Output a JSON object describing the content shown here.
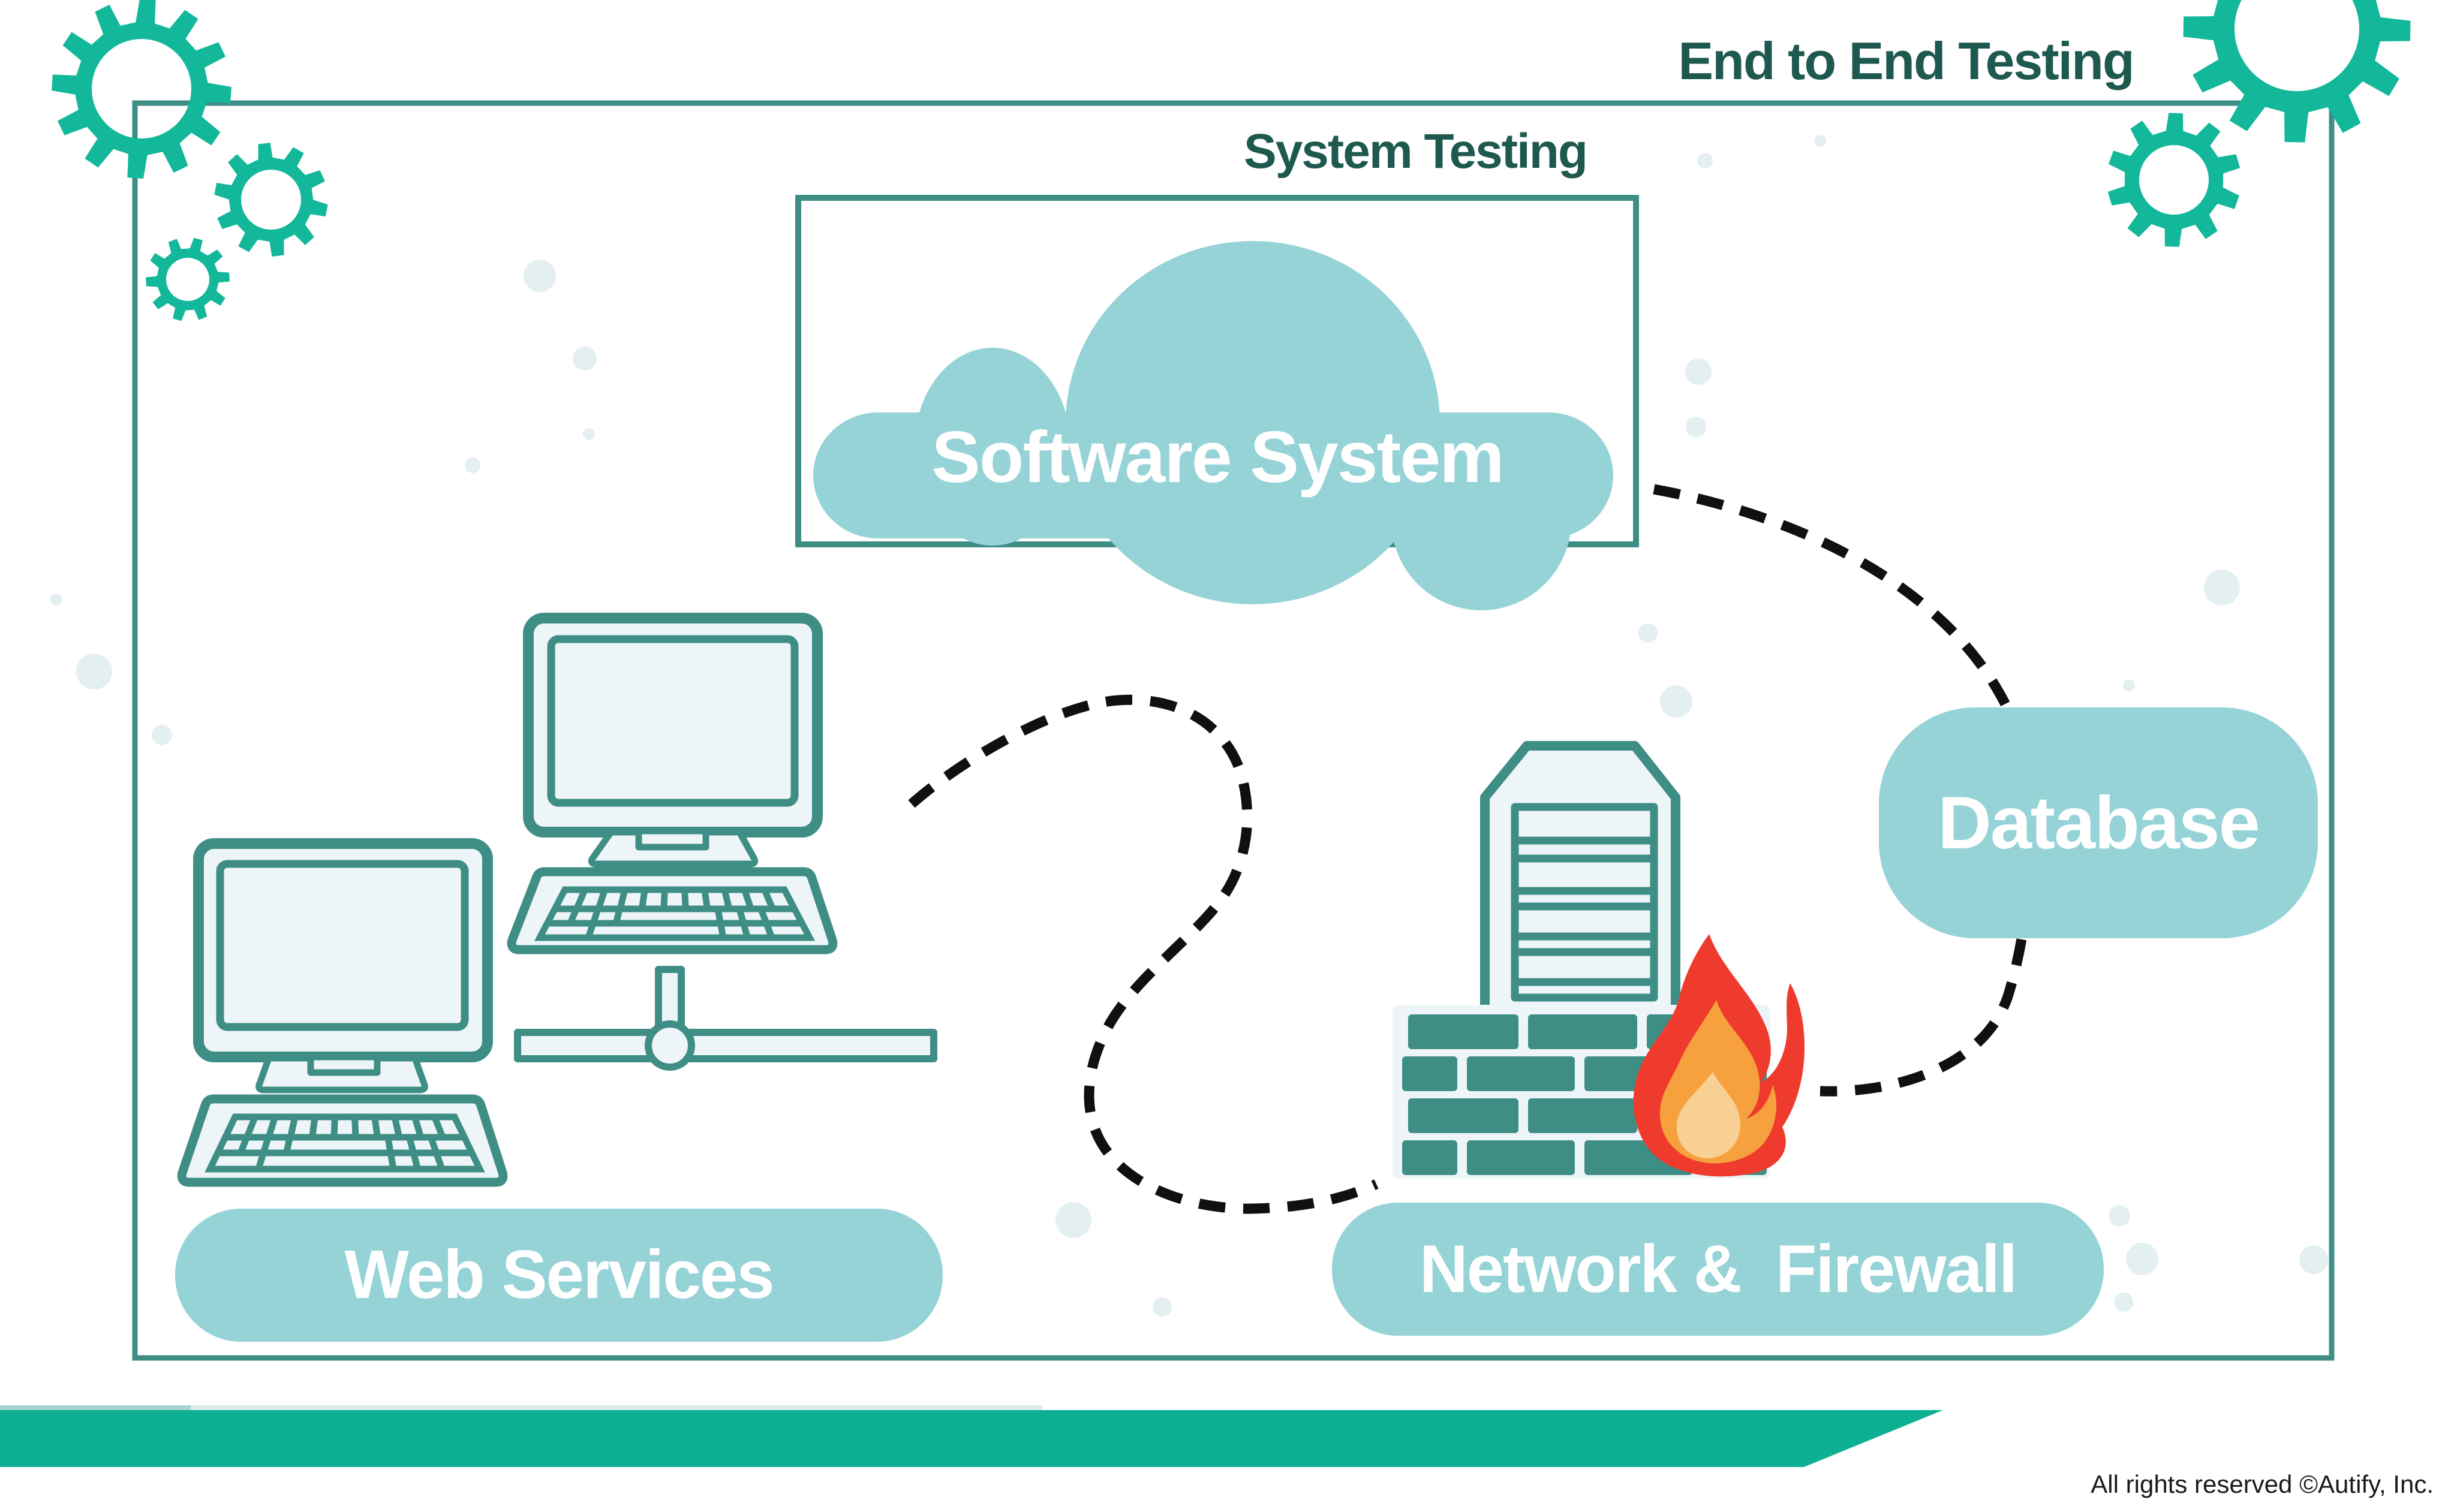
{
  "header": {
    "title": "End to End Testing",
    "subtitle": "System Testing"
  },
  "diagram": {
    "software_system_label": "Software System",
    "database_label": "Database",
    "web_services_label": "Web Services",
    "network_firewall_label": "Network &  Firewall"
  },
  "footer": {
    "copyright": "All rights reserved ©Autify, Inc."
  },
  "icons": {
    "gears": "gear-icon",
    "cloud": "cloud-icon",
    "computers": "desktop-computer-icon",
    "network": "network-node-icon",
    "server": "server-icon",
    "firewall": "brick-wall-icon",
    "flame": "flame-icon",
    "connectors": "dashed-connector"
  },
  "colors": {
    "accent_teal": "#13b79a",
    "deep_teal": "#1e5950",
    "outline_teal": "#3f8e86",
    "aqua": "#95d3d7",
    "pale_fill": "#eef5f8",
    "pale_dot": "#e3eff1",
    "band_teal": "#0eb093",
    "flame_red": "#ef3b2d",
    "flame_orange": "#f6a13d",
    "flame_pale": "#f8d093",
    "dash_black": "#101010",
    "text_white": "#ffffff",
    "copyright_black": "#1a1a1a"
  }
}
